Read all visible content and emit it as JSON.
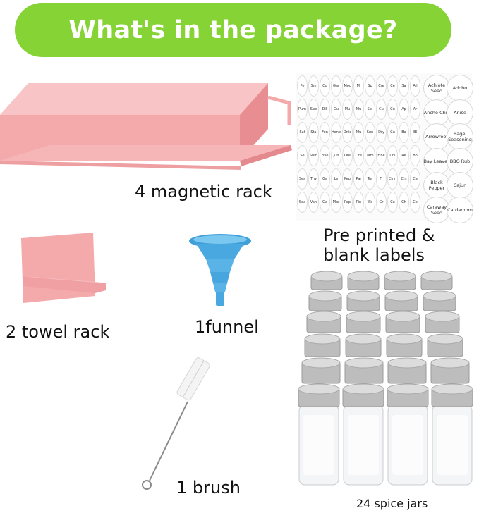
{
  "banner": {
    "title": "What's in the package?"
  },
  "items": {
    "magnetic_rack": "4 magnetic rack",
    "labels": "Pre printed &",
    "labels_line2": "blank labels",
    "towel_rack": "2 towel rack",
    "funnel": "1funnel",
    "brush": "1 brush",
    "jars": "24 spice jars"
  },
  "label_sheet": {
    "big_labels": [
      "Achiote Seed",
      "Adobo",
      "Ancho Chili",
      "Anise",
      "Arrowroot",
      "Bagel Seasoning",
      "Bay Leaves",
      "BBQ Rub",
      "Black Pepper",
      "Cajun",
      "Caraway Seed",
      "Cardamom"
    ],
    "small_labels": [
      "Pe",
      "Sm",
      "Cu",
      "Gar",
      "Moc",
      "Mi",
      "Sp",
      "Cre",
      "Ce",
      "Sa",
      "All",
      "Pum",
      "Spe",
      "Dill",
      "Gu",
      "Mu",
      "Mu",
      "Spi",
      "Cu",
      "Cu",
      "Ap",
      "Ar",
      "Saf",
      "Sta",
      "Fen",
      "Hone",
      "Onio",
      "Mu",
      "Sun",
      "Dry",
      "Cu",
      "Ba",
      "Bl",
      "Se",
      "Sum",
      "Five",
      "Jun",
      "Ore",
      "Ore",
      "Tam",
      "Fine",
      "Chi",
      "Re",
      "Bo",
      "Sea",
      "Thy",
      "Ga",
      "Le",
      "Pep",
      "Par",
      "Tur",
      "Fr",
      "Cinn",
      "Cin",
      "Ca",
      "Sea",
      "Van",
      "Ga",
      "Mar",
      "Pep",
      "Pin",
      "Wa",
      "Gr",
      "Co",
      "Ch",
      "Ce"
    ]
  },
  "colors": {
    "banner": "#86d336",
    "rack": "#f4a9ab",
    "funnel": "#4aa8e0",
    "lid": "#c9c9c9"
  }
}
